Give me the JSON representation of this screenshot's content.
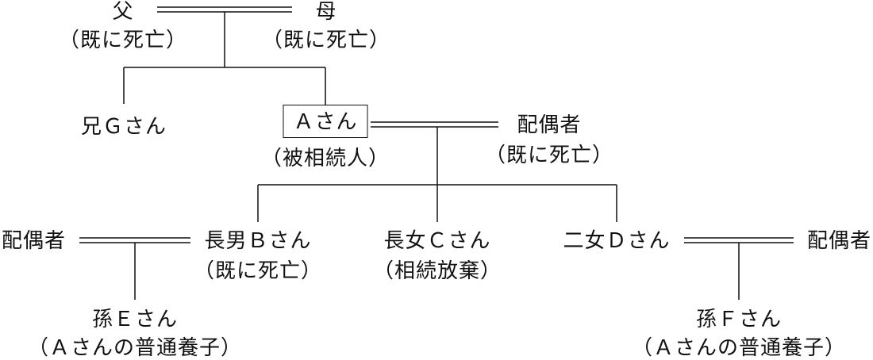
{
  "father": {
    "name": "父",
    "note": "（既に死亡）"
  },
  "mother": {
    "name": "母",
    "note": "（既に死亡）"
  },
  "brother_g": {
    "name": "兄Ｇさん"
  },
  "person_a": {
    "name": "Ａさん",
    "note": "（被相続人）"
  },
  "spouse_a": {
    "name": "配偶者",
    "note": "（既に死亡）"
  },
  "spouse_b": {
    "name": "配偶者"
  },
  "son_b": {
    "name": "長男Ｂさん",
    "note": "（既に死亡）"
  },
  "daughter_c": {
    "name": "長女Ｃさん",
    "note": "（相続放棄）"
  },
  "daughter_d": {
    "name": "二女Ｄさん"
  },
  "spouse_d": {
    "name": "配偶者"
  },
  "grandchild_e": {
    "name": "孫Ｅさん",
    "note": "（Ａさんの普通養子）"
  },
  "grandchild_f": {
    "name": "孫Ｆさん",
    "note": "（Ａさんの普通養子）"
  }
}
